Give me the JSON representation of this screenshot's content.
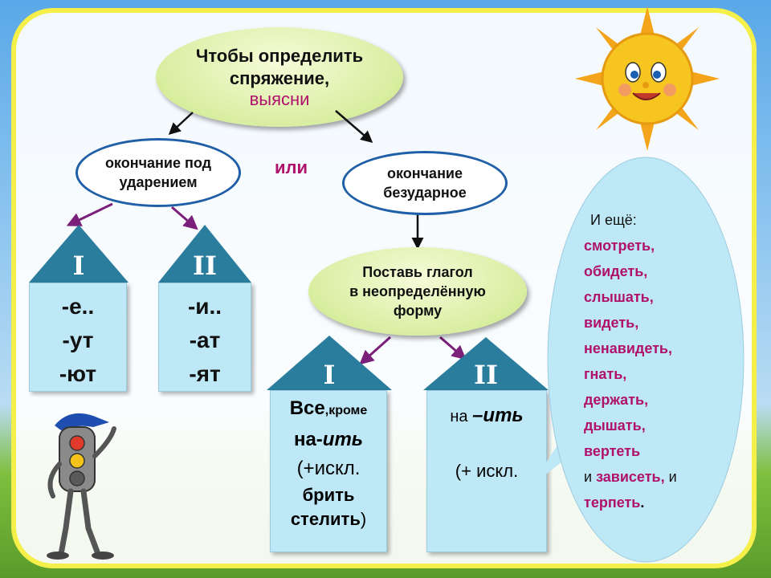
{
  "top_node": {
    "line1": "Чтобы определить",
    "line2": "спряжение,",
    "line3": "выясни"
  },
  "left_node": {
    "line1": "окончание под",
    "line2": "ударением"
  },
  "or_label": "или",
  "right_node": {
    "line1": "окончание",
    "line2": "безударное"
  },
  "infinitive_node": {
    "line1": "Поставь глагол",
    "line2": "в неопределённую",
    "line3": "форму"
  },
  "stressed": {
    "I": {
      "label": "I",
      "endings": [
        "-е..",
        "-ут",
        "-ют"
      ]
    },
    "II": {
      "label": "II",
      "endings": [
        "-и..",
        "-ат",
        "-ят"
      ]
    }
  },
  "unstressed": {
    "I": {
      "label": "I",
      "all": "Все",
      "except": ",кроме",
      "na": "на-",
      "it": "ить",
      "exc_open": "(+искл.",
      "ex1": "брить",
      "ex2": "стелить",
      "exc_close": ")"
    },
    "II": {
      "label": "II",
      "na": "на ",
      "it": "–ить",
      "exc": "(+ искл."
    }
  },
  "callout": {
    "intro": "И ещё:",
    "words": [
      "смотреть,",
      "обидеть,",
      "слышать,",
      "видеть,",
      "ненавидеть,",
      "гнать,",
      "держать,",
      "дышать,",
      "вертеть"
    ],
    "and1": "и ",
    "w_zav": "зависеть,",
    "and2": " и",
    "w_terp": "терпеть",
    "dot": "."
  },
  "colors": {
    "magenta": "#b0116a",
    "blue_tri": "#2a7d9c",
    "box": "#bfe8f7",
    "frame": "#f5ef4a",
    "arrow_purple": "#7a1f7a"
  }
}
